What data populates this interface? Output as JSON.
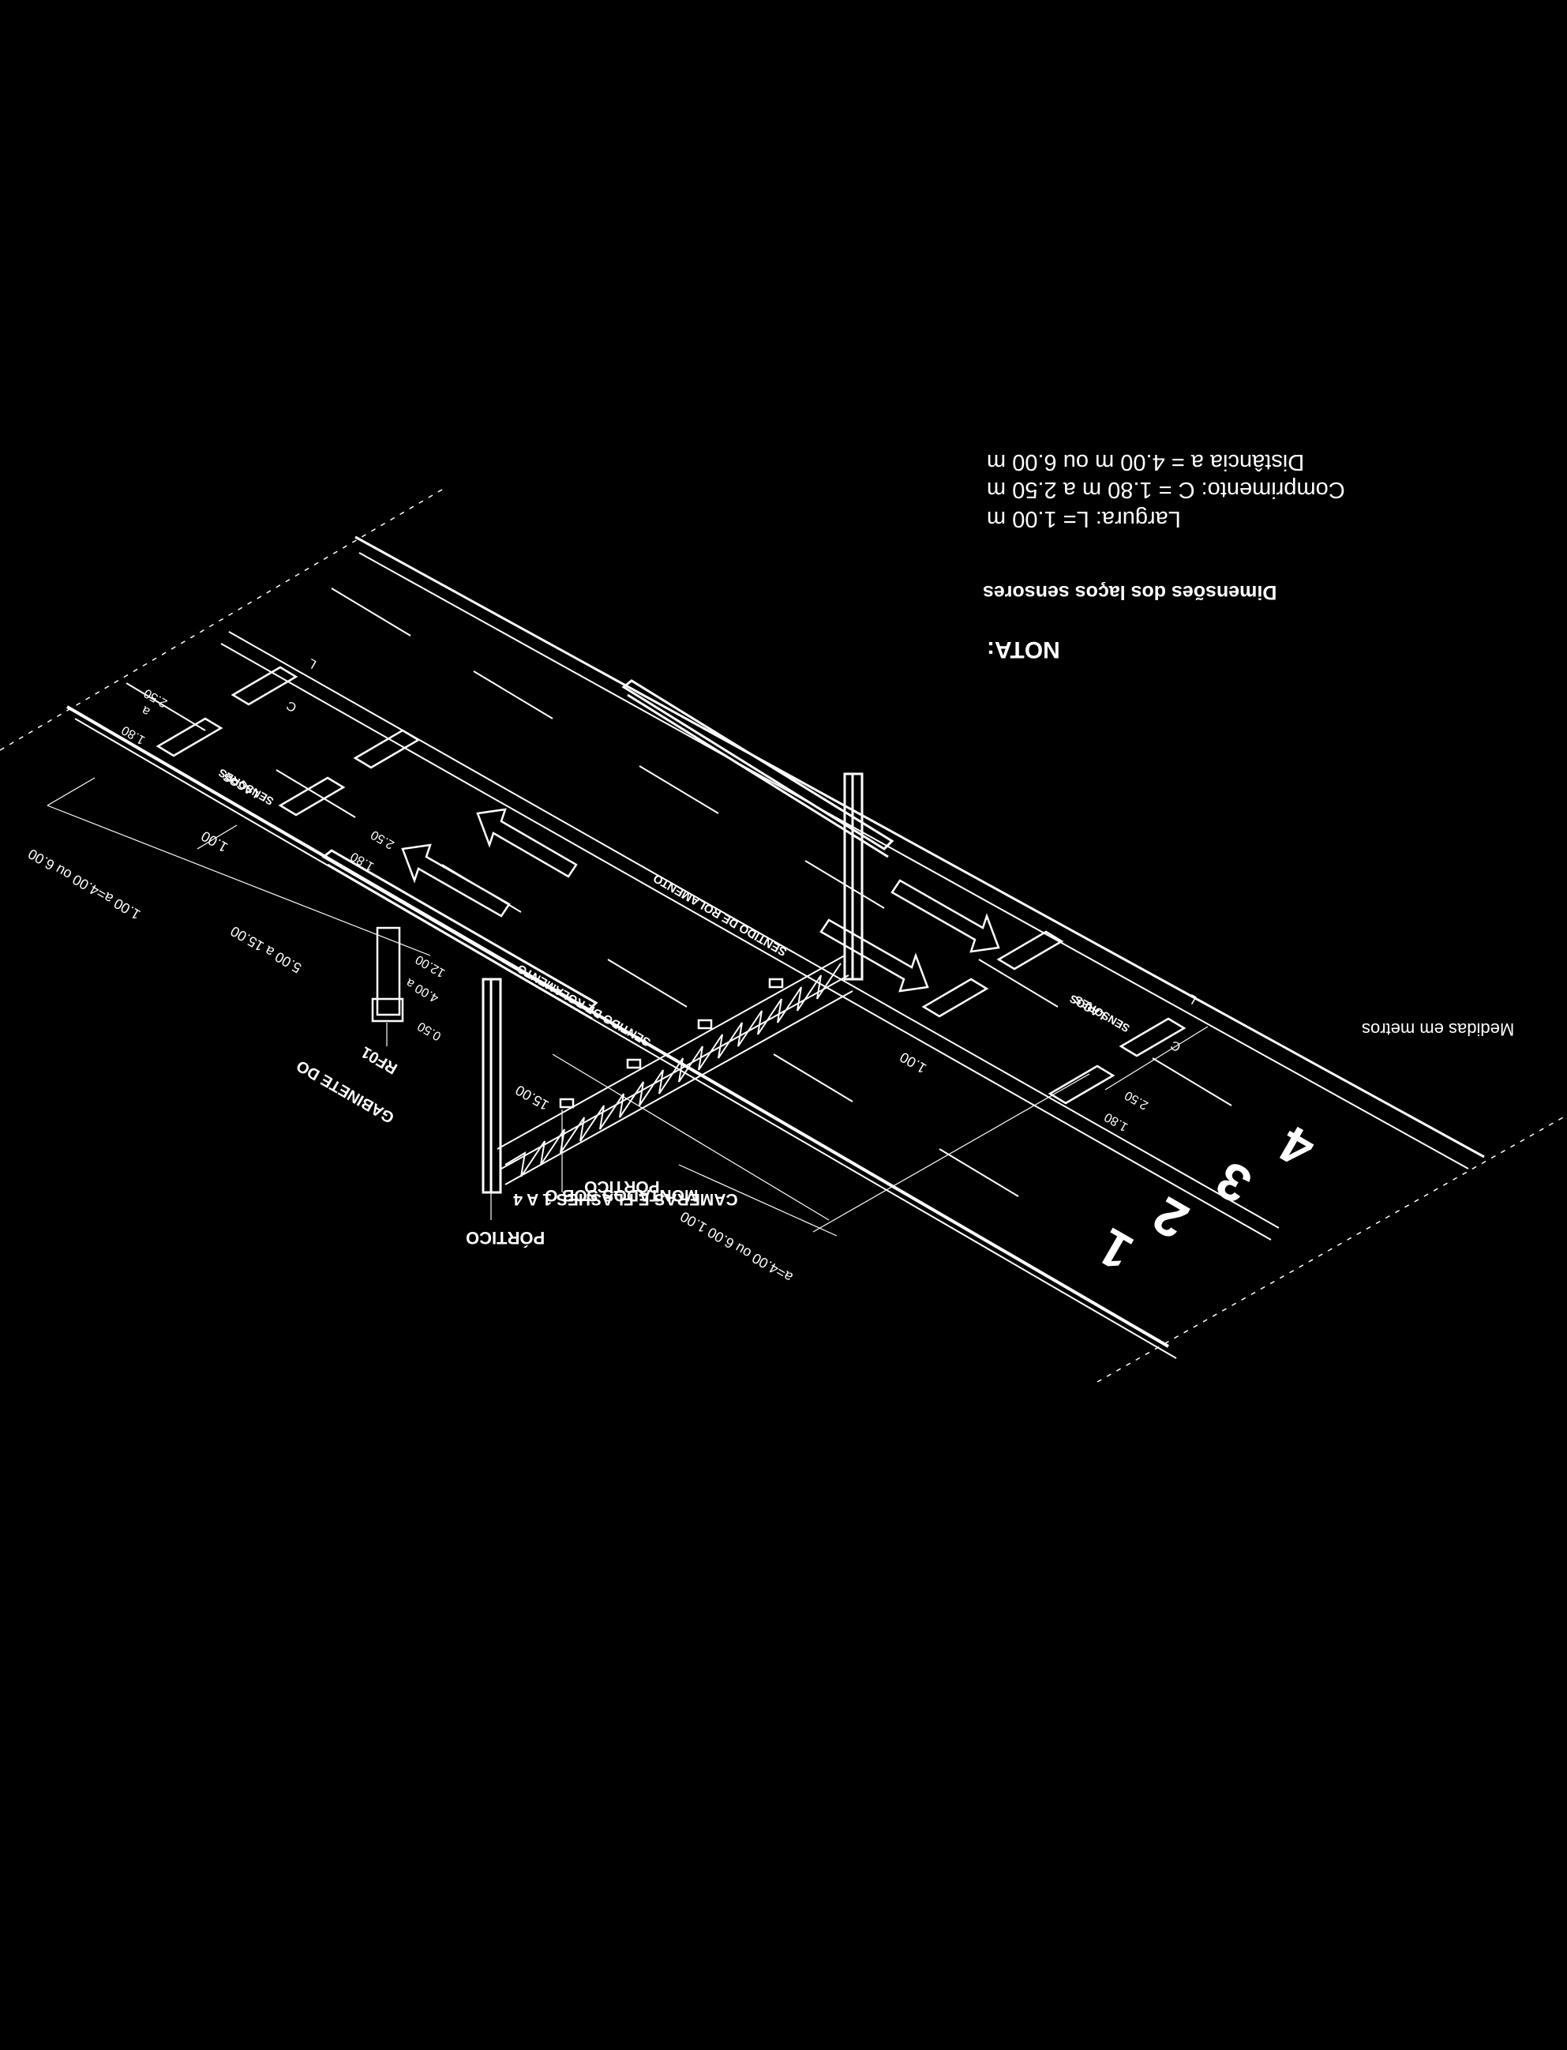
{
  "note": {
    "title": "NOTA:",
    "subtitle": "Dimensões dos laços sensores",
    "width_line": "Largura: L= 1.00 m",
    "length_line": "Comprimento: C = 1.80 m  a  2.50 m",
    "distance_line": "Distância a = 4.00 m ou 6.00 m"
  },
  "units_note": "Medidas em metros",
  "labels": {
    "portico": "PÓRTICO",
    "cameras_1": "CAMERAS E FLASHES 1 A 4",
    "cameras_2": "MONTADOS SOB O",
    "cameras_3": "PÓRTICO",
    "gabinete_1": "GABINETE DO",
    "gabinete_2": "RF01",
    "direction": "SENTIDO DE ROLAMENTO",
    "sensors_1": "LAÇOS",
    "sensors_2": "SENSORES",
    "lanes": [
      "1",
      "2",
      "3",
      "4"
    ]
  },
  "dimensions": {
    "left_spacing": "1.00  a=4.00 ou 6.00",
    "left_offset": "5.00 a 15.00",
    "left_width": "1.00",
    "right_spacing": "a=4.00 ou 6.00 1.00",
    "right_width": "1.00",
    "gantry_span": "15.00",
    "gabinete_a": "4.00 a",
    "gabinete_b": "12.00",
    "gabinete_c": "0.50",
    "loop_length_a": "1.80",
    "loop_length_sep": "a",
    "loop_length_b": "2.50",
    "loop_width": "L",
    "loop_length_sym": "C"
  }
}
